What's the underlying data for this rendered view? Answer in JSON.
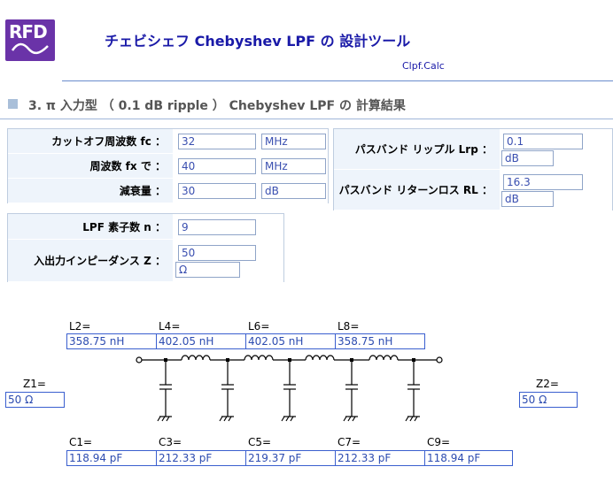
{
  "header": {
    "logo_text": "RFD",
    "title": "チェビシェフ  Chebyshev LPF の 設計ツール",
    "subtitle": "Clpf.Calc"
  },
  "section": {
    "title": "3.   π 入力型 （ 0.1 dB ripple ） Chebyshev LPF の 計算結果"
  },
  "params": {
    "fc": {
      "label": "カットオフ周波数 fc ：",
      "value": "32",
      "unit": "MHz"
    },
    "fx": {
      "label": "周波数 fx で ：",
      "value": "40",
      "unit": "MHz"
    },
    "atten": {
      "label": "減衰量 ：",
      "value": "30",
      "unit": "dB"
    }
  },
  "passband": {
    "lrp": {
      "label": "パスバンド リップル Lrp ：",
      "value": "0.1",
      "unit": "dB"
    },
    "rl": {
      "label": "パスバンド リターンロス RL ：",
      "value": "16.3",
      "unit": "dB"
    }
  },
  "lpf": {
    "n": {
      "label": "LPF 素子数 n ：",
      "value": "9"
    },
    "z": {
      "label": "入出力インピーダンス Z ：",
      "value": "50",
      "unit": "Ω"
    }
  },
  "circuit": {
    "inductors": [
      {
        "label": "L2=",
        "value": "358.75 nH"
      },
      {
        "label": "L4=",
        "value": "402.05 nH"
      },
      {
        "label": "L6=",
        "value": "402.05 nH"
      },
      {
        "label": "L8=",
        "value": "358.75 nH"
      }
    ],
    "capacitors": [
      {
        "label": "C1=",
        "value": "118.94 pF"
      },
      {
        "label": "C3=",
        "value": "212.33 pF"
      },
      {
        "label": "C5=",
        "value": "219.37 pF"
      },
      {
        "label": "C7=",
        "value": "212.33 pF"
      },
      {
        "label": "C9=",
        "value": "118.94 pF"
      }
    ],
    "z1": {
      "label": "Z1=",
      "value": "50 Ω"
    },
    "z2": {
      "label": "Z2=",
      "value": "50 Ω"
    }
  },
  "colors": {
    "accent": "#1a1aa8",
    "logo": "#6a33a8",
    "field_text": "#3a4fb0",
    "panel_label_bg": "#eef4fb"
  }
}
